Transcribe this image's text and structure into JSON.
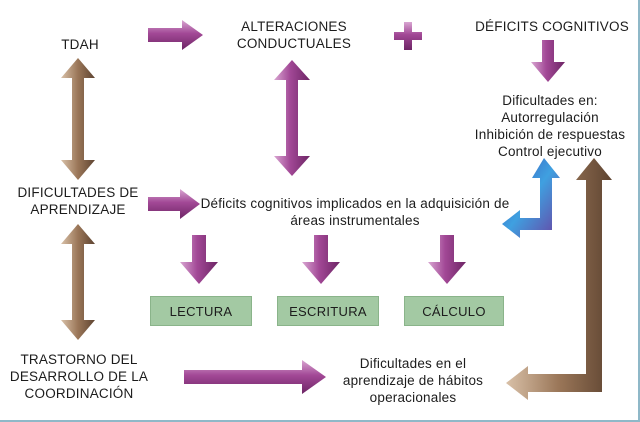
{
  "nodes": {
    "tdah": "TDAH",
    "alteraciones": "ALTERACIONES\nCONDUCTUALES",
    "deficits_cognitivos": "DÉFICITS COGNITIVOS",
    "dificultades_en": "Dificultades en:\nAutorregulación\nInhibición de respuestas\nControl ejecutivo",
    "dificultades_aprendizaje": "DIFICULTADES DE\nAPRENDIZAJE",
    "deficits_implicados": "Déficits cognitivos implicados en la adquisición de\náreas instrumentales",
    "lectura": "LECTURA",
    "escritura": "ESCRITURA",
    "calculo": "CÁLCULO",
    "trastorno": "TRASTORNO DEL\nDESARROLLO DE LA\nCOORDINACIÓN",
    "dificultades_habitos": "Dificultades en el\naprendizaje de hábitos\noperacionales"
  },
  "colors": {
    "purple_arrow": "#9b3f8e",
    "brown_arrow": "#8a6a52",
    "blue_arrow": "#4a7fd0",
    "box_fill": "#a3c9a3"
  }
}
